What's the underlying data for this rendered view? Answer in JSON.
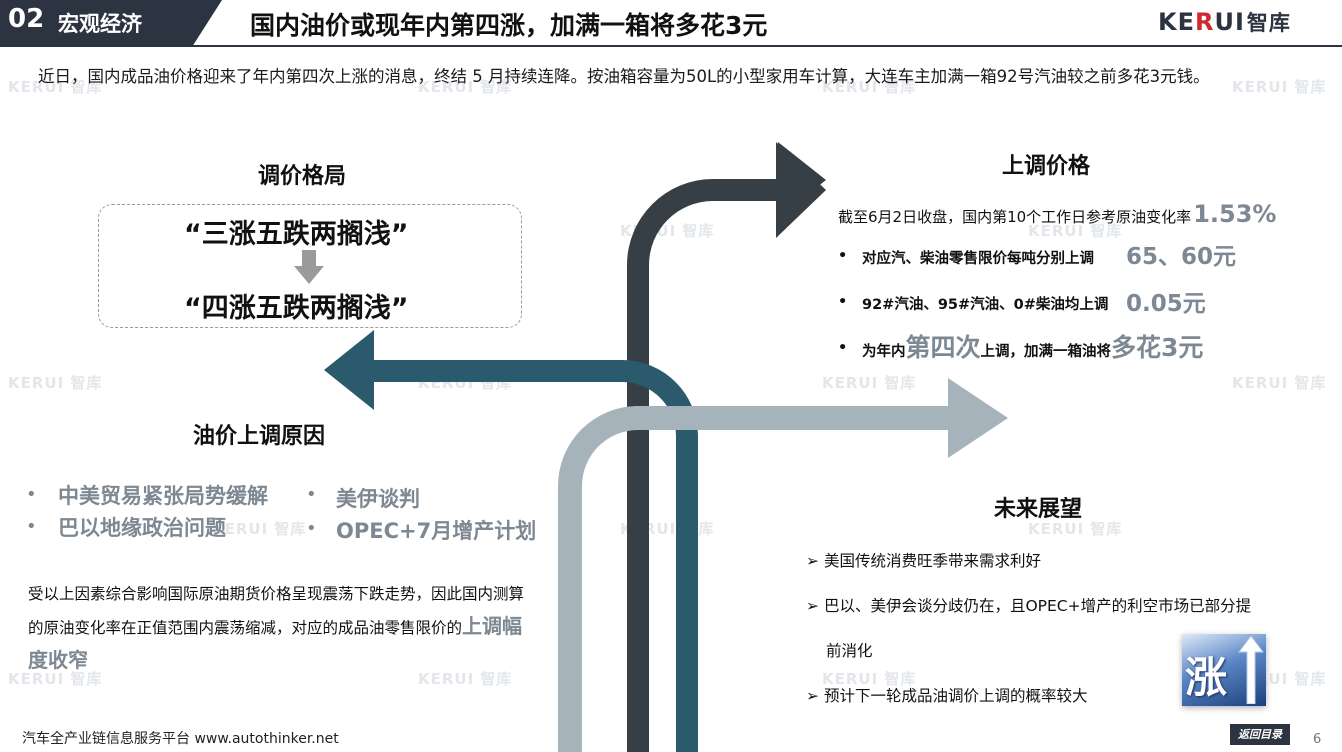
{
  "header": {
    "section_number": "02",
    "section_name": "宏观经济",
    "title": "国内油价或现年内第四涨，加满一箱将多花3元",
    "logo_brand_a": "KE",
    "logo_brand_b": "R",
    "logo_brand_c": "UI",
    "logo_brand_d": "智库"
  },
  "intro": "近日，国内成品油价格迎来了年内第四次上涨的消息，终结 5 月持续连降。按油箱容量为50L的小型家用车计算，大连车主加满一箱92号汽油较之前多花3元钱。",
  "watermark_text": "KERUI 智库",
  "pattern": {
    "heading": "调价格局",
    "before": "“三涨五跌两搁浅”",
    "after": "“四涨五跌两搁浅”"
  },
  "reasons": {
    "heading": "油价上调原因",
    "items": [
      "中美贸易紧张局势缓解",
      "美伊谈判",
      "巴以地缘政治问题",
      "OPEC+7月增产计划"
    ],
    "bullet": "•",
    "para_main": "受以上因素综合影响国际原油期货价格呈现震荡下跌走势，因此国内测算的原油变化率在正值范围内震荡缩减，对应的成品油零售限价的",
    "para_emphasis": "上调幅度收窄"
  },
  "up": {
    "heading": "上调价格",
    "lead": "截至6月2日收盘，国内第10个工作日参考原油变化率",
    "lead_value": "1.53%",
    "bullet": "•",
    "b1_text": "对应汽、柴油零售限价每吨分别上调",
    "b1_value": "65、60元",
    "b2_text": "92#汽油、95#汽油、0#柴油均上调",
    "b2_value": "0.05元",
    "b3_pre": "为年内",
    "b3_em1": "第四次",
    "b3_mid": "上调，加满一箱油将",
    "b3_em2": "多花3元"
  },
  "outlook": {
    "heading": "未来展望",
    "marker": "➢",
    "item1": "美国传统消费旺季带来需求利好",
    "item2_line1": "巴以、美伊会谈分歧仍在，且OPEC+增产的利空市场已部分提",
    "item2_line2": "前消化",
    "item3": "预计下一轮成品油调价上调的概率较大"
  },
  "badge": {
    "char": "涨"
  },
  "footer": {
    "text": "汽车全产业链信息服务平台 www.autothinker.net",
    "back_button": "返回目录",
    "page_number": "6"
  },
  "colors": {
    "dark_navy": "#2c3442",
    "dark_arrow": "#363f46",
    "teal_arrow": "#2a5a6c",
    "light_arrow": "#a6b3bb",
    "emphasis_gray": "#7d8894",
    "brand_red": "#d0282e"
  }
}
